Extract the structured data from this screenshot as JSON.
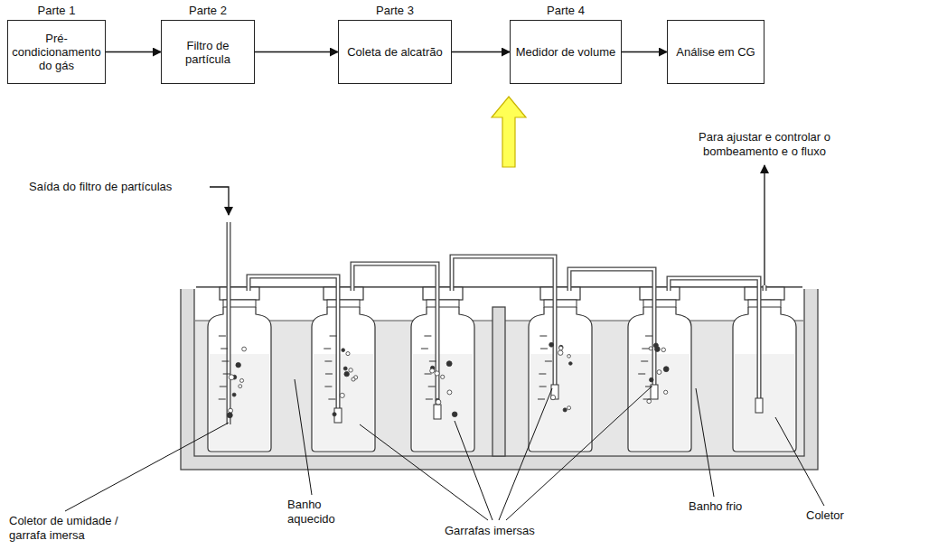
{
  "diagram": {
    "nodes": [
      {
        "text": [
          "Parte 1",
          "Pré-condicionamento do gás"
        ]
      },
      {
        "text": [
          "Parte 2",
          "Filtro de partícula"
        ]
      },
      {
        "text": [
          "Parte 3",
          "Coleta de alcatrão"
        ]
      },
      {
        "text": [
          "Parte 4",
          "Medidor de volume"
        ]
      },
      {
        "text": [
          "Análise em CG"
        ]
      }
    ],
    "edges": [
      {
        "from": 0,
        "to": 1,
        "arrow": "to"
      },
      {
        "from": 1,
        "to": 2,
        "arrow": "to"
      },
      {
        "from": 2,
        "to": 3,
        "arrow": "to"
      },
      {
        "from": 3,
        "to": 4,
        "arrow": "to"
      }
    ],
    "labels": [
      "Saída do filtro de partículas",
      "Para ajustar e controlar o bombeamento e o fluxo",
      "Coletor de umidade / garrafa imersa",
      "Banho aquecido",
      "Garrafas imersas",
      "Banho frio",
      "Coletor"
    ]
  }
}
